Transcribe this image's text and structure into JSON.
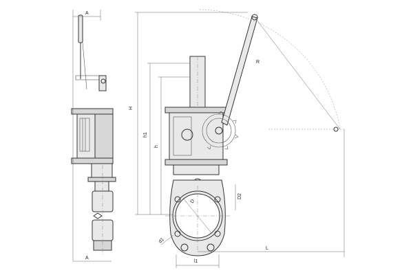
{
  "labels": {
    "A": "A",
    "h": "h",
    "h1": "h1",
    "H": "H",
    "R": "R",
    "L": "L",
    "l1": "l1",
    "D": "D",
    "D2": "D2",
    "d1": "d1"
  }
}
